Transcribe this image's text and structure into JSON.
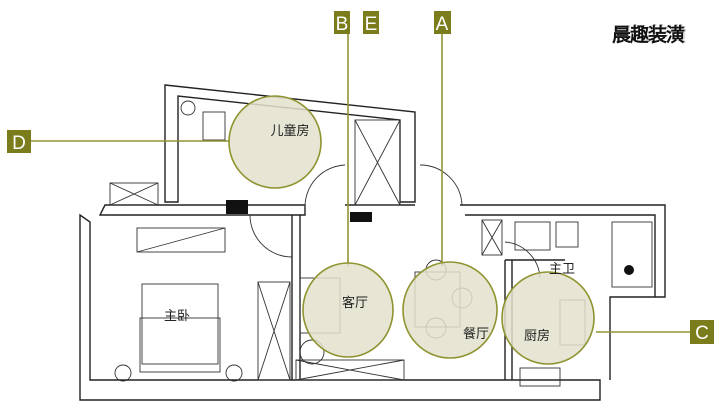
{
  "logo": "晨趣装潢",
  "markers": {
    "A": "A",
    "B": "B",
    "C": "C",
    "D": "D",
    "E": "E"
  },
  "rooms": {
    "kids_room": "儿童房",
    "living_room": "客厅",
    "dining_room": "餐厅",
    "master_bedroom": "主卧",
    "master_bath": "主卫",
    "kitchen": "厨房"
  },
  "colors": {
    "accent": "#7b7d1c",
    "zone_fill": "#e3e1cc",
    "zone_stroke": "#8f9430"
  }
}
